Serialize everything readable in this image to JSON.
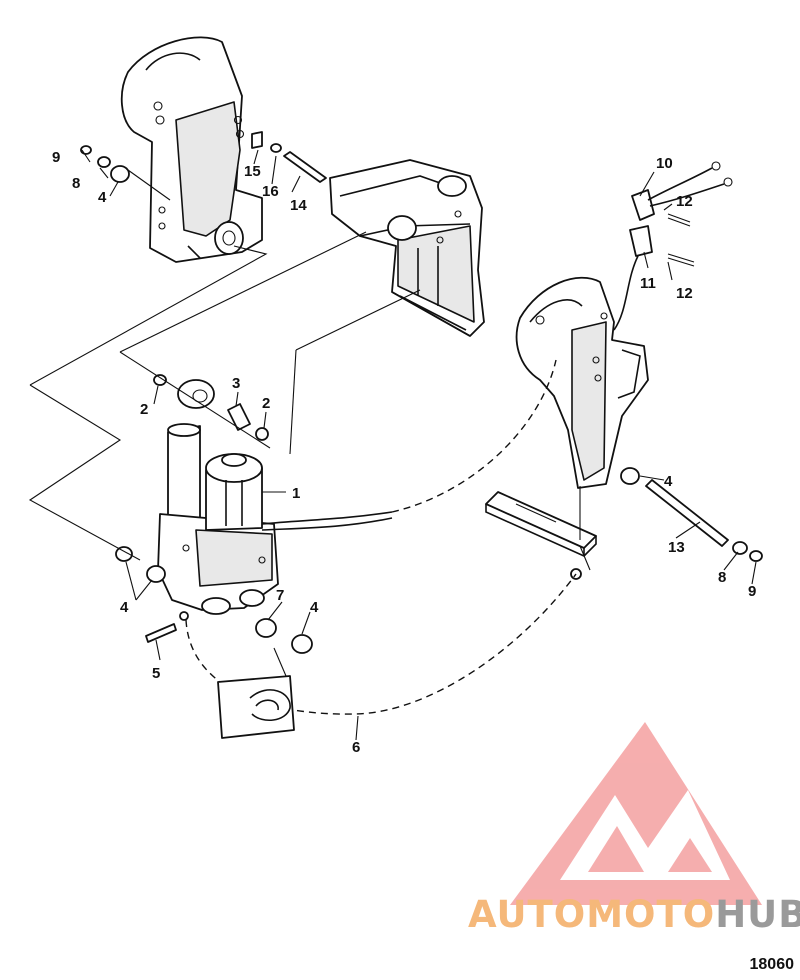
{
  "callouts": {
    "c1": "1",
    "c2a": "2",
    "c2b": "2",
    "c3": "3",
    "c4a": "4",
    "c4b": "4",
    "c4c": "4",
    "c4d": "4",
    "c5": "5",
    "c6": "6",
    "c7": "7",
    "c8a": "8",
    "c8b": "8",
    "c9a": "9",
    "c9b": "9",
    "c10": "10",
    "c11": "11",
    "c12a": "12",
    "c12b": "12",
    "c13": "13",
    "c14": "14",
    "c15": "15",
    "c16": "16"
  },
  "watermark": {
    "part1": "AUTO",
    "part2": "MOTO",
    "part3": "HUB",
    "color1": "#f5b87a",
    "color2": "#f5b87a",
    "color3": "#9a9a9a",
    "logo_color": "#f28c8c"
  },
  "figure_id": "18060"
}
